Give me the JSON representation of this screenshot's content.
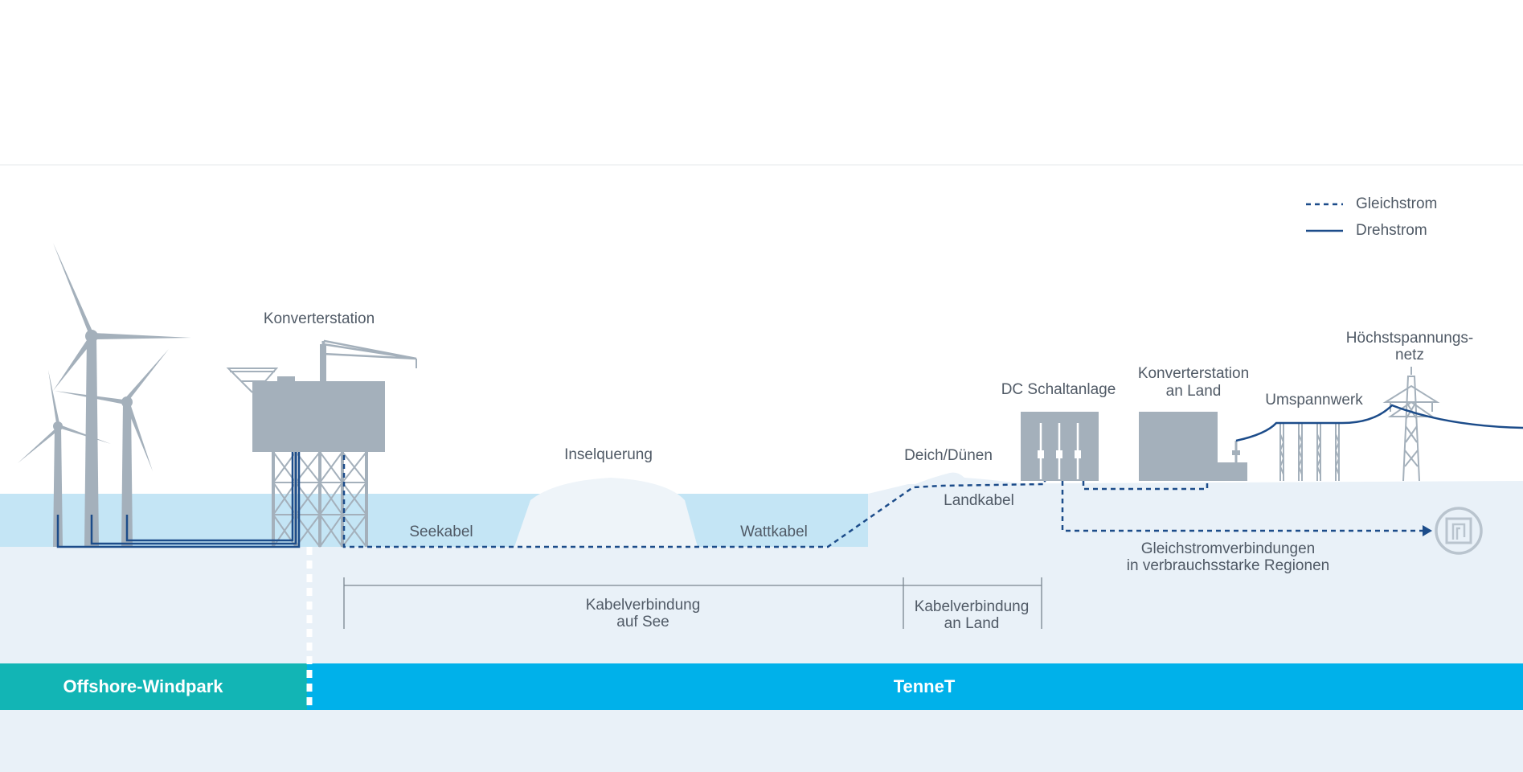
{
  "legend": {
    "dc": "Gleichstrom",
    "ac": "Drehstrom"
  },
  "labels": {
    "konverterstation": "Konverterstation",
    "inselquerung": "Inselquerung",
    "deich": "Deich/Dünen",
    "dc_schaltanlage": "DC Schaltanlage",
    "konverter_land_1": "Konverterstation",
    "konverter_land_2": "an Land",
    "umspannwerk": "Umspannwerk",
    "hoechst_1": "Höchstspannungs-",
    "hoechst_2": "netz",
    "seekabel": "Seekabel",
    "wattkabel": "Wattkabel",
    "landkabel": "Landkabel",
    "gleich_verb_1": "Gleichstromverbindungen",
    "gleich_verb_2": "in verbrauchsstarke Regionen",
    "kabel_see_1": "Kabelverbindung",
    "kabel_see_2": "auf See",
    "kabel_land_1": "Kabelverbindung",
    "kabel_land_2": "an Land"
  },
  "bands": {
    "offshore": "Offshore-Windpark",
    "tennet": "TenneT"
  },
  "colors": {
    "water": "#c4e5f5",
    "seabed": "#e9f1f8",
    "structure": "#a4b0bb",
    "cable": "#1c4c8a",
    "band_teal": "#12b5b5",
    "band_blue": "#00b1ea"
  }
}
